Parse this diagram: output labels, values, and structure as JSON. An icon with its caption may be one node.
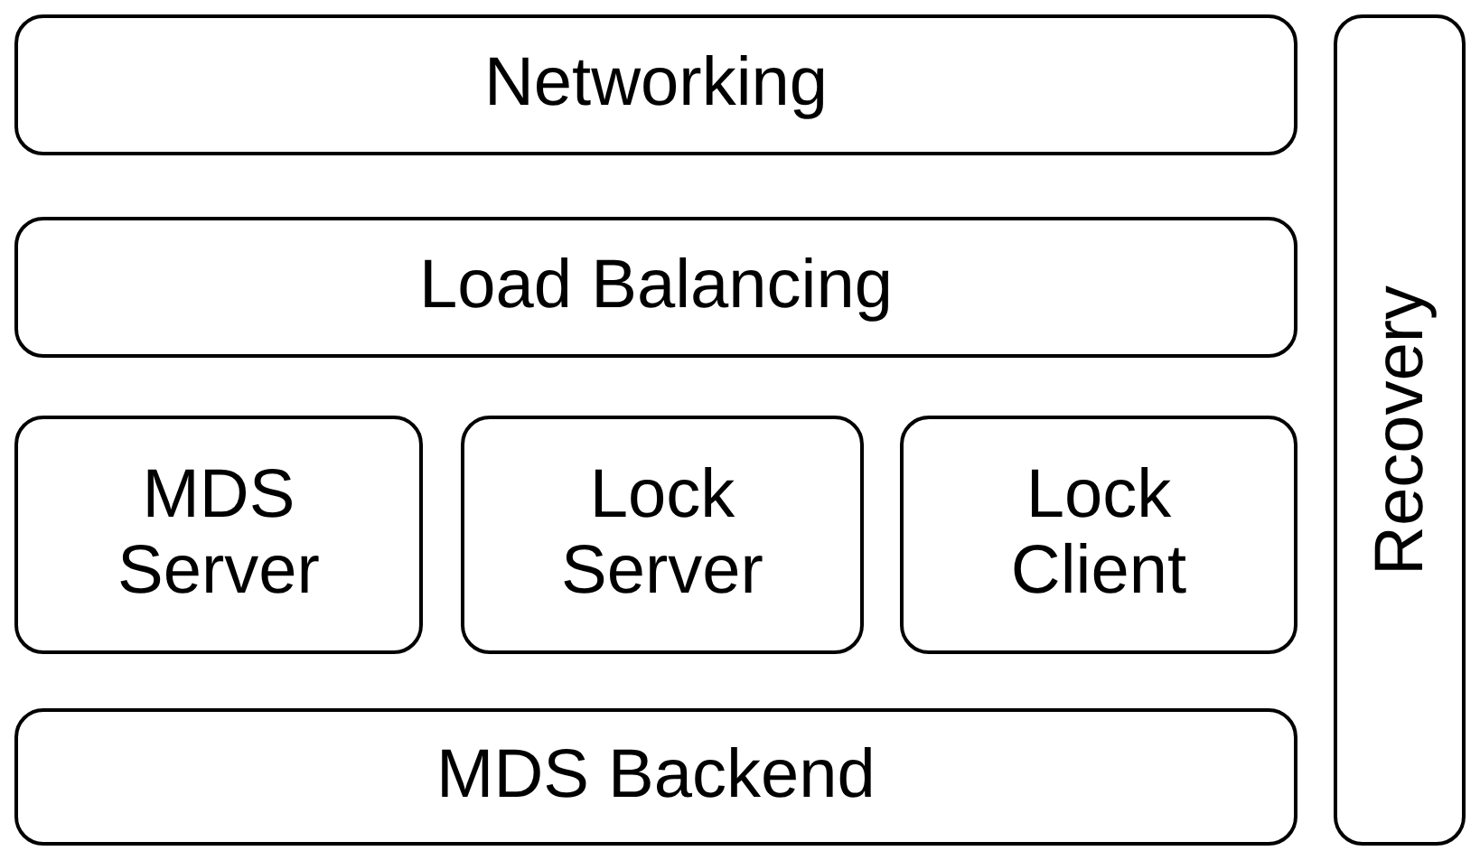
{
  "diagram": {
    "nodes": [
      {
        "text": [
          "Networking"
        ]
      },
      {
        "text": [
          "Load Balancing"
        ]
      },
      {
        "text": [
          "MDS Server"
        ]
      },
      {
        "text": [
          "Lock Server"
        ]
      },
      {
        "text": [
          "Lock Client"
        ]
      },
      {
        "text": [
          "MDS Backend"
        ]
      },
      {
        "text": [
          "Recovery"
        ]
      }
    ]
  }
}
